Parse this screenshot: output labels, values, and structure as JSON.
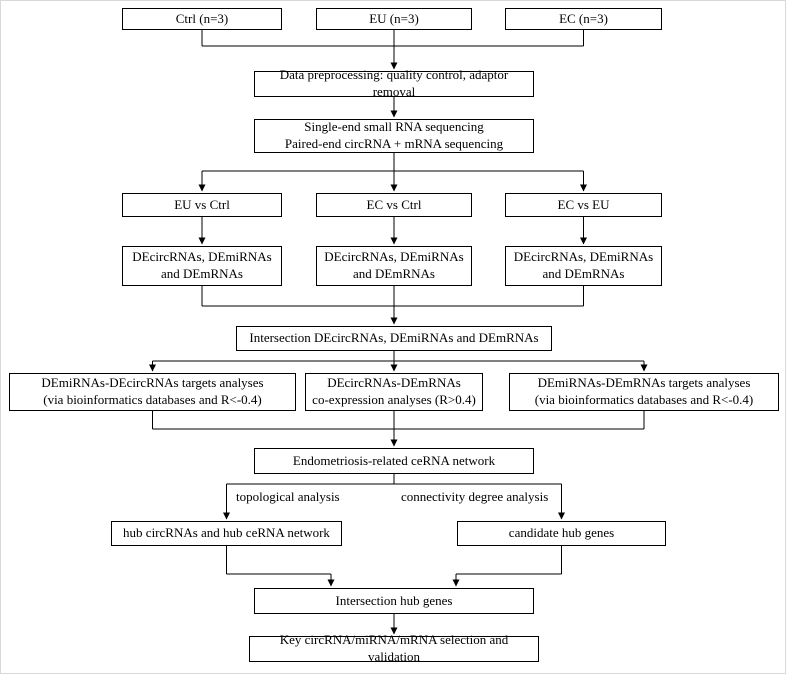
{
  "nodes": {
    "ctrl": {
      "label": "Ctrl (n=3)"
    },
    "eu": {
      "label": "EU (n=3)"
    },
    "ec": {
      "label": "EC (n=3)"
    },
    "preprocessing": {
      "label": "Data preprocessing: quality control, adaptor removal"
    },
    "sequencing": {
      "line1": "Single-end small RNA sequencing",
      "line2": "Paired-end circRNA + mRNA sequencing"
    },
    "eu_vs_ctrl": {
      "label": "EU vs Ctrl"
    },
    "ec_vs_ctrl": {
      "label": "EC vs Ctrl"
    },
    "ec_vs_eu": {
      "label": "EC vs EU"
    },
    "de_left": {
      "line1": "DEcircRNAs, DEmiRNAs",
      "line2": "and DEmRNAs"
    },
    "de_mid": {
      "line1": "DEcircRNAs, DEmiRNAs",
      "line2": "and DEmRNAs"
    },
    "de_right": {
      "line1": "DEcircRNAs, DEmiRNAs",
      "line2": "and DEmRNAs"
    },
    "intersection_de": {
      "label": "Intersection DEcircRNAs, DEmiRNAs and DEmRNAs"
    },
    "targets_left": {
      "line1": "DEmiRNAs-DEcircRNAs targets analyses",
      "line2": "(via bioinformatics databases and R<-0.4)"
    },
    "coexpression": {
      "line1": "DEcircRNAs-DEmRNAs",
      "line2": "co-expression analyses (R>0.4)"
    },
    "targets_right": {
      "line1": "DEmiRNAs-DEmRNAs targets analyses",
      "line2": "(via bioinformatics databases and R<-0.4)"
    },
    "cerna_network": {
      "label": "Endometriosis-related ceRNA network"
    },
    "hub_circrnas": {
      "label": "hub circRNAs and hub ceRNA network"
    },
    "candidate_hub_genes": {
      "label": "candidate hub genes"
    },
    "intersection_hub": {
      "label": "Intersection hub genes"
    },
    "key_selection": {
      "label": "Key circRNA/miRNA/mRNA selection and validation"
    }
  },
  "edge_labels": {
    "topological": "topological analysis",
    "connectivity": "connectivity degree analysis"
  },
  "colors": {
    "box_border": "#000000",
    "box_fill": "#ffffff",
    "text": "#000000",
    "line": "#000000"
  }
}
